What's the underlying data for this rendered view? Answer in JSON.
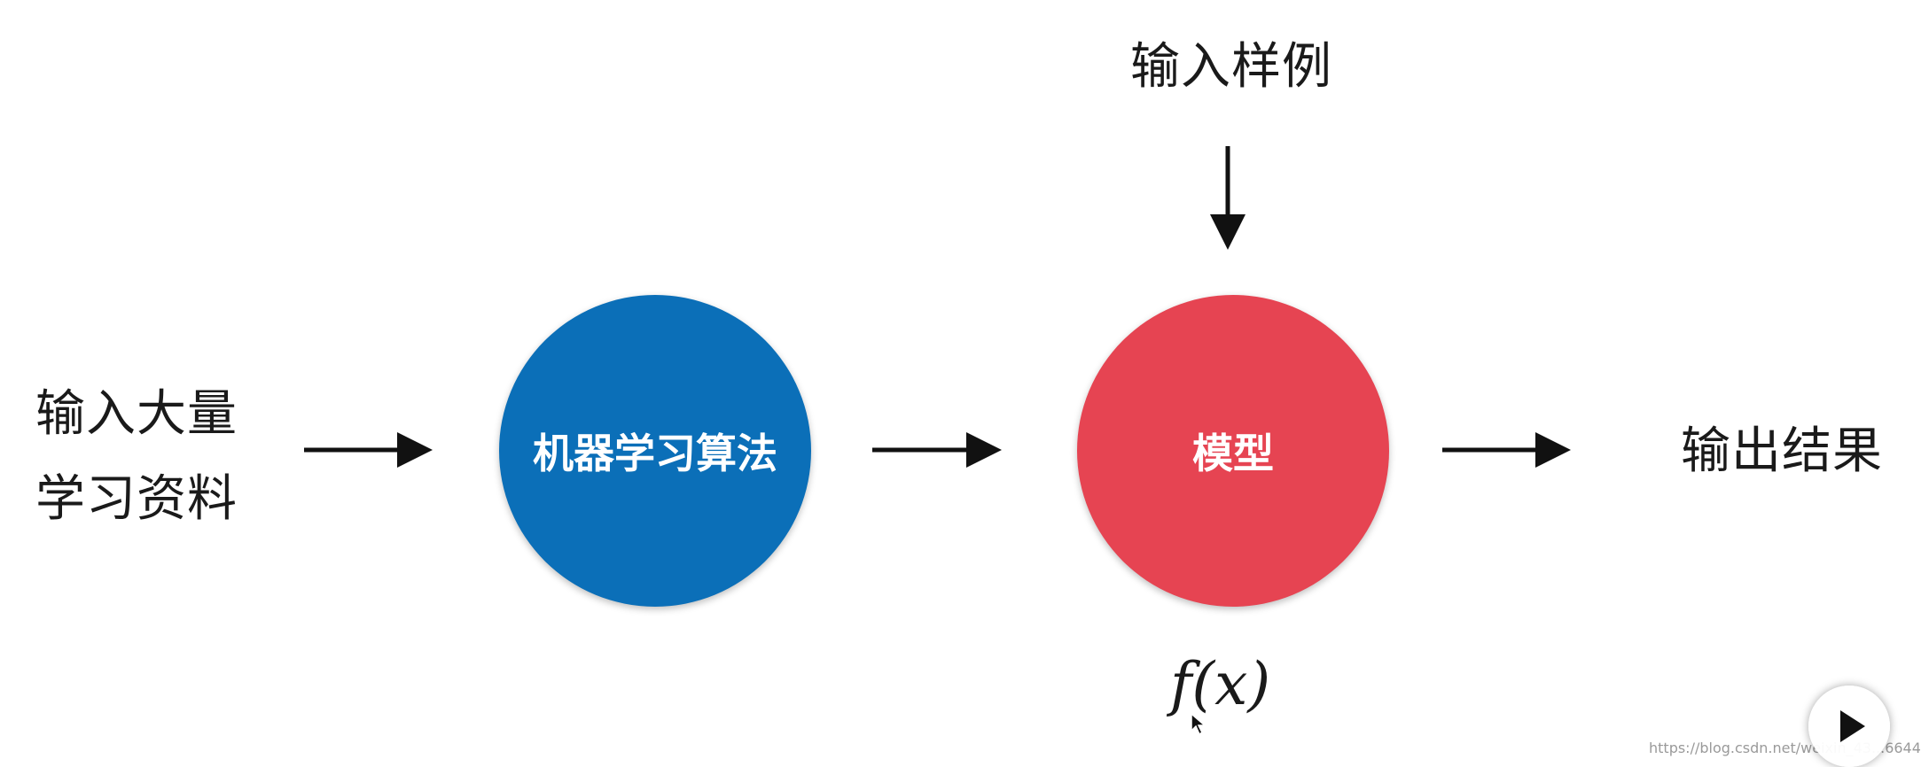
{
  "inputs": {
    "data_line1": "输入大量",
    "data_line2": "学习资料",
    "sample": "输入样例"
  },
  "nodes": {
    "algorithm": "机器学习算法",
    "model": "模型"
  },
  "output": "输出结果",
  "formula": "f(x)",
  "watermark": "https://blog.csdn.net/weixin_43...6644",
  "colors": {
    "algorithm": "#0b6fb8",
    "model": "#e64452",
    "arrow": "#111111"
  },
  "icons": [
    "arrow-right-icon",
    "arrow-down-icon",
    "play-icon",
    "cursor-icon"
  ]
}
